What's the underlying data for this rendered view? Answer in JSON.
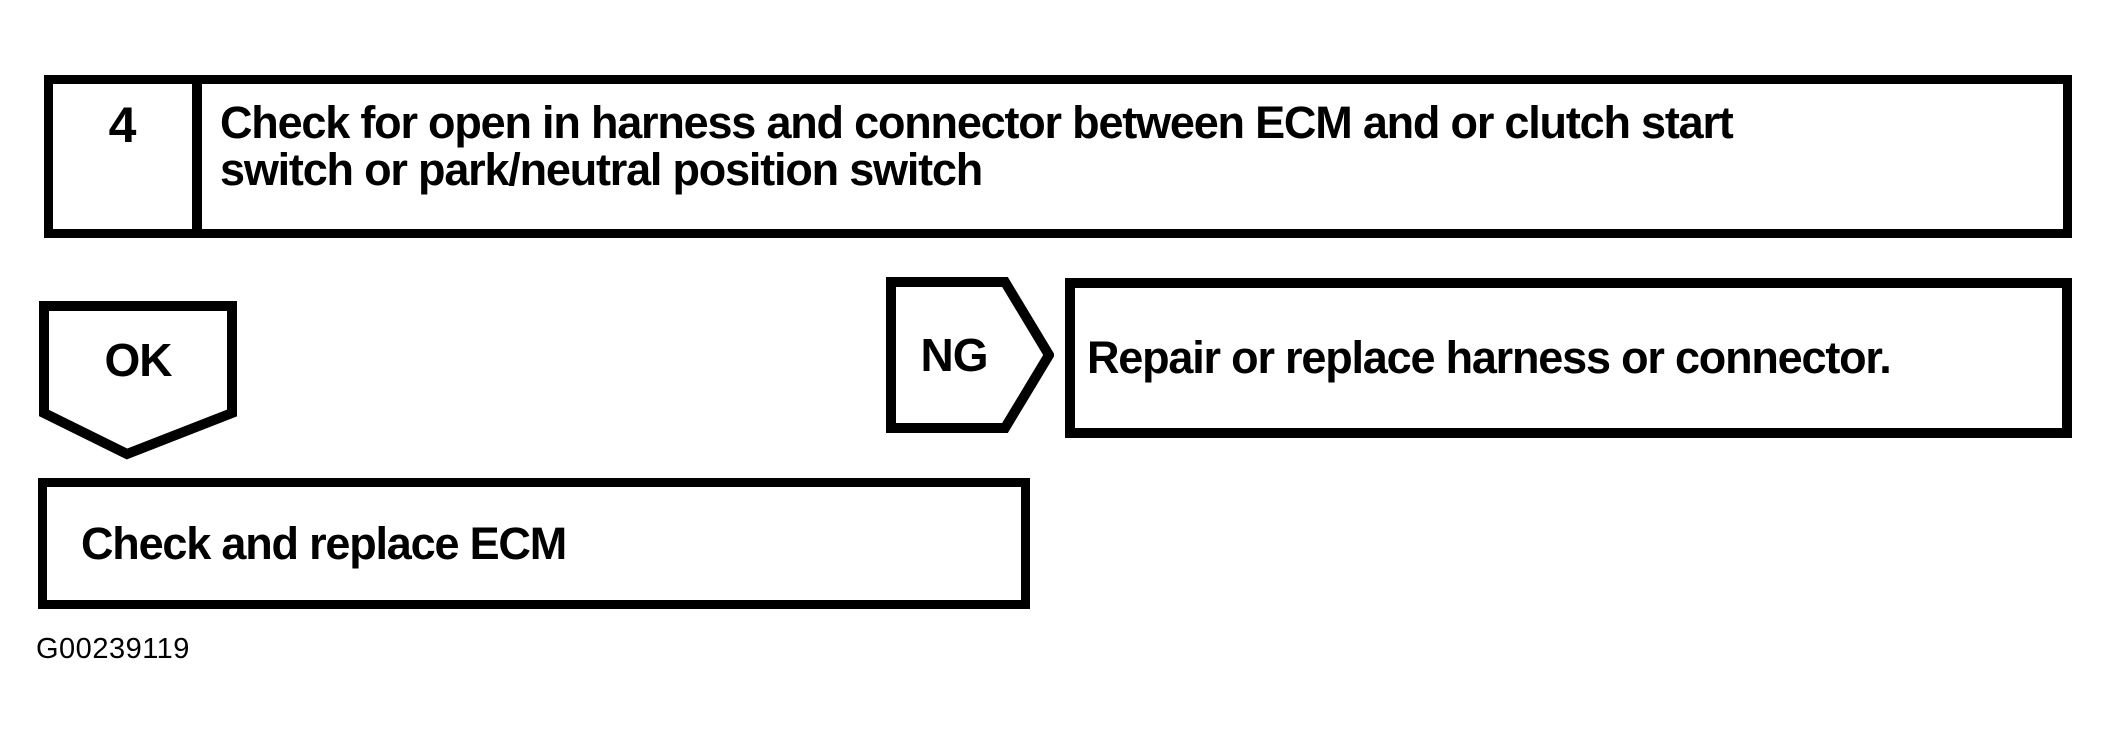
{
  "page": {
    "background_color": "#ffffff",
    "ink_color": "#000000"
  },
  "flowchart": {
    "step_box": {
      "number": "4",
      "line1": "Check for open in harness and connector between ECM and or clutch start",
      "line2": "switch or park/neutral position switch"
    },
    "ok_label": "OK",
    "ng_label": "NG",
    "repair_box_text": "Repair or replace harness or connector.",
    "ecm_box_text": "Check and replace ECM",
    "figure_id": "G00239119"
  }
}
